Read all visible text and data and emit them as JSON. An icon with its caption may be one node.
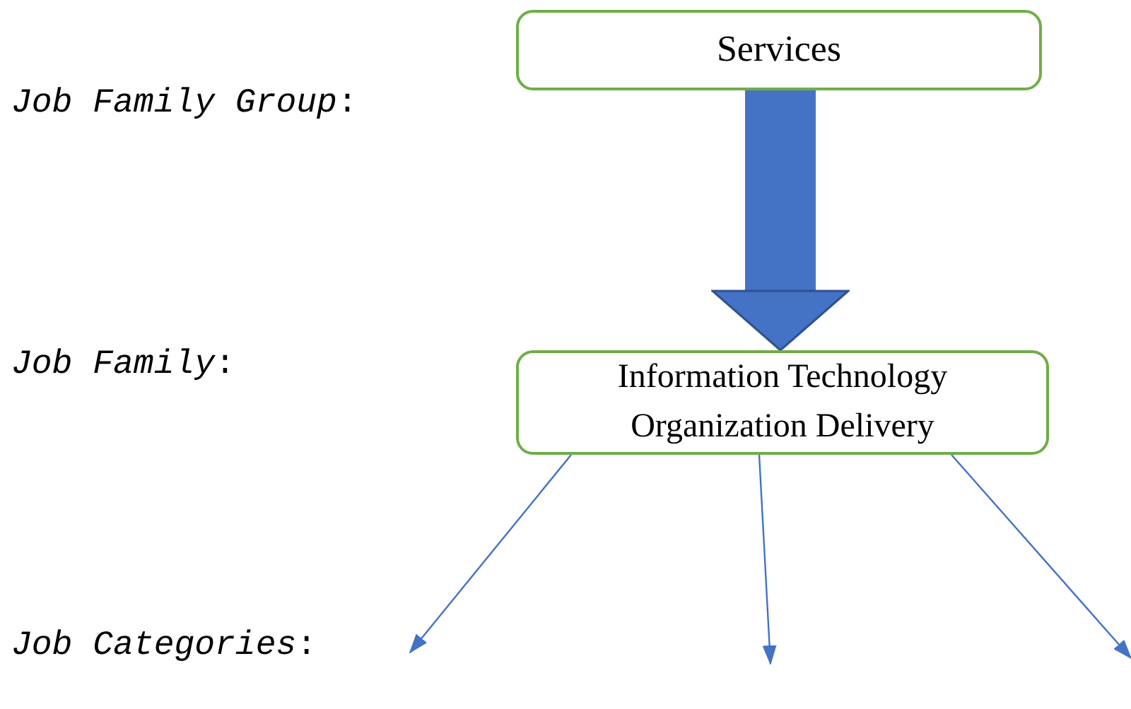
{
  "diagram": {
    "nodes": [
      {
        "text": [
          "Services"
        ]
      },
      {
        "text": [
          "Information Technology Organization Delivery"
        ]
      }
    ],
    "edges": [
      {
        "from": 0,
        "to": 1,
        "arrow": "to",
        "style": "thick"
      },
      {
        "from": 1,
        "to": null,
        "arrow": "to"
      },
      {
        "from": 1,
        "to": null,
        "arrow": "to"
      },
      {
        "from": 1,
        "to": null,
        "arrow": "to"
      }
    ],
    "labels": [
      "*Job Family Group*:",
      "*Job Family*:",
      "*Job Categories*:"
    ]
  }
}
